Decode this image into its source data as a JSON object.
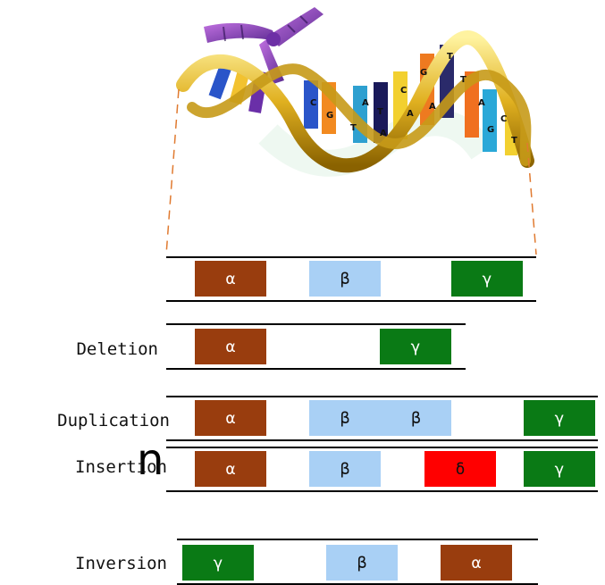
{
  "colors": {
    "alpha": "#993d0e",
    "beta": "#a9d0f5",
    "gamma": "#0a7a15",
    "delta": "#ff0000",
    "dash": "#e07a30"
  },
  "glyphs": {
    "partial_letter": "n"
  },
  "helix_letters": [
    "C",
    "G",
    "T",
    "A",
    "A",
    "T",
    "C",
    "A",
    "G",
    "A",
    "T",
    "T",
    "A",
    "G",
    "C",
    "T"
  ],
  "rows": [
    {
      "id": "original",
      "label": "",
      "blocks": [
        {
          "text": "α",
          "kind": "alpha"
        },
        {
          "text": "β",
          "kind": "beta"
        },
        {
          "text": "γ",
          "kind": "gamma"
        }
      ]
    },
    {
      "id": "deletion",
      "label": "Deletion",
      "blocks": [
        {
          "text": "α",
          "kind": "alpha"
        },
        {
          "text": "γ",
          "kind": "gamma"
        }
      ]
    },
    {
      "id": "duplication",
      "label": "Duplication",
      "blocks": [
        {
          "text": "α",
          "kind": "alpha"
        },
        {
          "text": "β",
          "kind": "beta"
        },
        {
          "text": "β",
          "kind": "beta"
        },
        {
          "text": "γ",
          "kind": "gamma"
        }
      ]
    },
    {
      "id": "insertion",
      "label": "Insertion",
      "blocks": [
        {
          "text": "α",
          "kind": "alpha"
        },
        {
          "text": "β",
          "kind": "beta"
        },
        {
          "text": "δ",
          "kind": "delta"
        },
        {
          "text": "γ",
          "kind": "gamma"
        }
      ]
    },
    {
      "id": "inversion",
      "label": "Inversion",
      "blocks": [
        {
          "text": "γ",
          "kind": "gamma"
        },
        {
          "text": "β",
          "kind": "beta"
        },
        {
          "text": "α",
          "kind": "alpha"
        }
      ]
    }
  ]
}
